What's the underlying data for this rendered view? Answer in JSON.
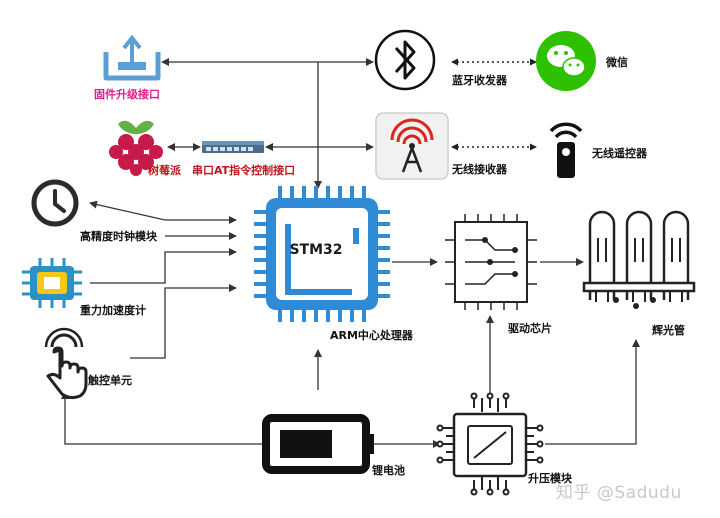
{
  "nodes": {
    "firmware": {
      "label": "固件升级接口",
      "icon": "upload-tray-icon"
    },
    "bluetooth": {
      "label": "蓝牙收发器",
      "icon": "bluetooth-icon"
    },
    "wechat": {
      "label": "微信",
      "icon": "wechat-icon"
    },
    "raspberry": {
      "label": "树莓派",
      "icon": "raspberry-pi-icon"
    },
    "serial": {
      "label": "串口AT指令控制接口",
      "icon": "network-switch-icon"
    },
    "receiver": {
      "label": "无线接收器",
      "icon": "radio-tower-icon"
    },
    "remote": {
      "label": "无线遥控器",
      "icon": "remote-control-icon"
    },
    "clock": {
      "label": "高精度时钟模块",
      "icon": "clock-icon"
    },
    "accel": {
      "label": "重力加速度计",
      "icon": "sensor-chip-icon"
    },
    "touch": {
      "label": "触控单元",
      "icon": "touch-hand-icon"
    },
    "cpu": {
      "label": "ARM中心处理器",
      "chip_text": "STM32",
      "icon": "cpu-chip-icon"
    },
    "driver": {
      "label": "驱动芯片",
      "icon": "circuit-board-icon"
    },
    "tubes": {
      "label": "辉光管",
      "icon": "nixie-tube-icon"
    },
    "battery": {
      "label": "锂电池",
      "icon": "battery-icon"
    },
    "boost": {
      "label": "升压模块",
      "icon": "processor-icon"
    }
  },
  "watermark": "知乎 @Sadudu",
  "colors": {
    "cpu_blue": "#2f8bd6",
    "wechat_green": "#2dc100",
    "label_red": "#c0161d",
    "label_magenta": "#e01e8c",
    "receiver_red": "#d9261c"
  }
}
